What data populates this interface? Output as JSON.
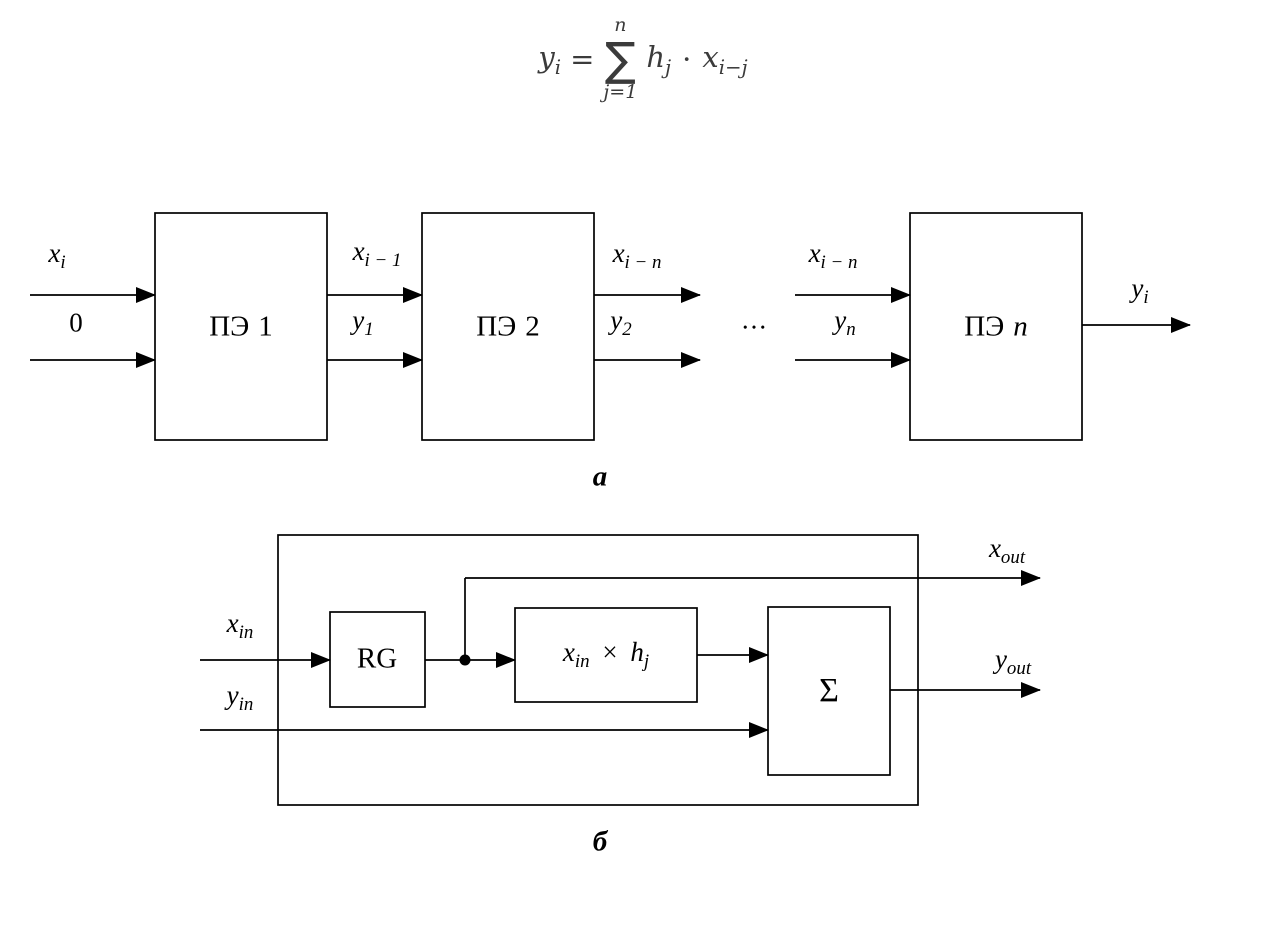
{
  "formula": {
    "lhs_base": "y",
    "lhs_sub": "i",
    "equals": "=",
    "sum_upper": "n",
    "sum_symbol": "∑",
    "sum_lower": "j=1",
    "h_base": "h",
    "h_sub": "j",
    "dot": "·",
    "x_base": "x",
    "x_sub": "i−j"
  },
  "diagram_a": {
    "caption": "а",
    "ellipsis": "...",
    "pe1": {
      "name": "ПЭ",
      "index": "1"
    },
    "pe2": {
      "name": "ПЭ",
      "index": "2"
    },
    "pen": {
      "name": "ПЭ",
      "index": "n"
    },
    "labels": {
      "in_x": {
        "base": "x",
        "sub": "i"
      },
      "in_zero": "0",
      "x_i1": {
        "base": "x",
        "sub": "i − 1"
      },
      "y_1": {
        "base": "y",
        "sub": "1"
      },
      "x_out2": {
        "base": "x",
        "sub": "i − n"
      },
      "y_2": {
        "base": "y",
        "sub": "2"
      },
      "x_inn": {
        "base": "x",
        "sub": "i − n"
      },
      "y_n": {
        "base": "y",
        "sub": "n"
      },
      "out_y": {
        "base": "y",
        "sub": "i"
      }
    }
  },
  "diagram_b": {
    "caption": "б",
    "rg_label": "RG",
    "sigma": "Σ",
    "mult": {
      "x_base": "x",
      "x_sub": "in",
      "times": "×",
      "h_base": "h",
      "h_sub": "j"
    },
    "labels": {
      "x_in": {
        "base": "x",
        "sub": "in"
      },
      "y_in": {
        "base": "y",
        "sub": "in"
      },
      "x_out": {
        "base": "x",
        "sub": "out"
      },
      "y_out": {
        "base": "y",
        "sub": "out"
      }
    }
  }
}
